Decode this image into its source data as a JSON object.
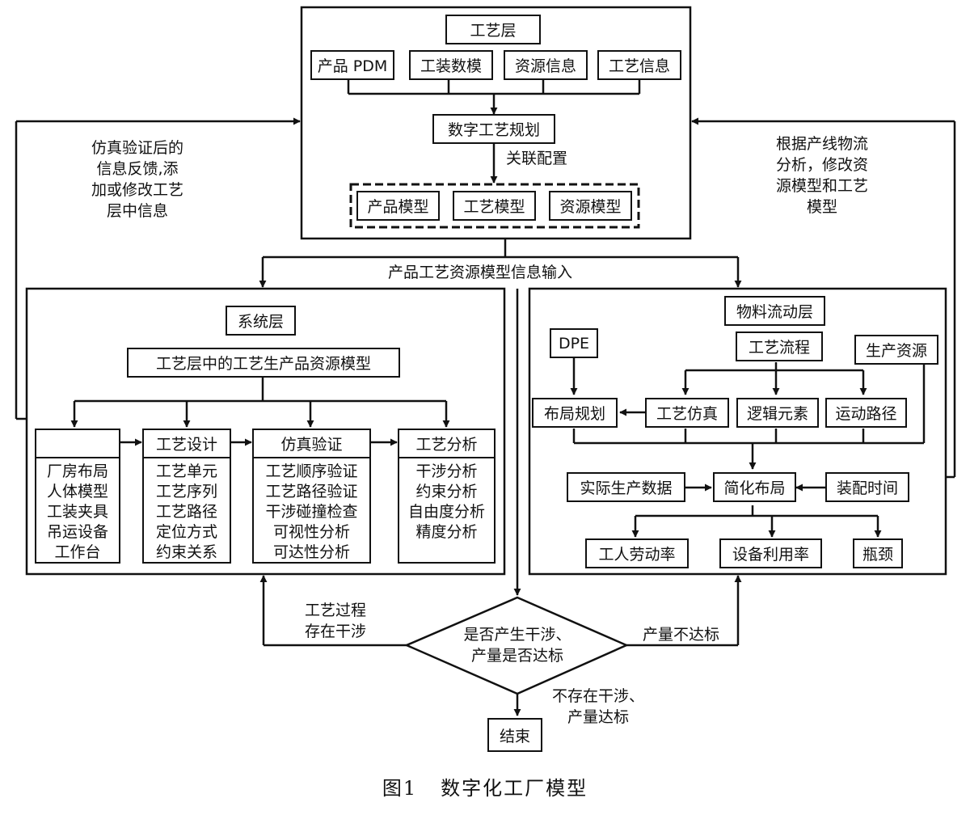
{
  "process_layer": {
    "title": "工艺层",
    "inputs": [
      "产品 PDM",
      "工装数模",
      "资源信息",
      "工艺信息"
    ],
    "planning": "数字工艺规划",
    "link_label": "关联配置",
    "models": [
      "产品模型",
      "工艺模型",
      "资源模型"
    ]
  },
  "input_label": "产品工艺资源模型信息输入",
  "left_feedback": [
    "仿真验证后的",
    "信息反馈,添",
    "加或修改工艺",
    "层中信息"
  ],
  "right_feedback": [
    "根据产线物流",
    "分析，修改资",
    "源模型和工艺",
    "模型"
  ],
  "system_layer": {
    "title": "系统层",
    "model": "工艺层中的工艺生产品资源模型",
    "columns": [
      {
        "head": "",
        "items": [
          "厂房布局",
          "人体模型",
          "工装夹具",
          "吊运设备",
          "工作台"
        ]
      },
      {
        "head": "工艺设计",
        "items": [
          "工艺单元",
          "工艺序列",
          "工艺路径",
          "定位方式",
          "约束关系"
        ]
      },
      {
        "head": "仿真验证",
        "items": [
          "工艺顺序验证",
          "工艺路径验证",
          "干涉碰撞检查",
          "可视性分析",
          "可达性分析"
        ]
      },
      {
        "head": "工艺分析",
        "items": [
          "干涉分析",
          "约束分析",
          "自由度分析",
          "精度分析"
        ]
      }
    ]
  },
  "material_layer": {
    "title": "物料流动层",
    "dpe": "DPE",
    "flow": "工艺流程",
    "resource": "生产资源",
    "layout_plan": "布局规划",
    "process_sim": "工艺仿真",
    "logic": "逻辑元素",
    "motion": "运动路径",
    "actual_data": "实际生产数据",
    "simplified": "简化布局",
    "assembly_time": "装配时间",
    "worker_rate": "工人劳动率",
    "equip_rate": "设备利用率",
    "bottleneck": "瓶颈"
  },
  "decision": {
    "question": [
      "是否产生干涉、",
      "产量是否达标"
    ],
    "left_label": [
      "工艺过程",
      "存在干涉"
    ],
    "right_label": "产量不达标",
    "bottom_label": [
      "不存在干涉、",
      "产量达标"
    ]
  },
  "end": "结束",
  "caption": "图1   数字化工厂模型"
}
